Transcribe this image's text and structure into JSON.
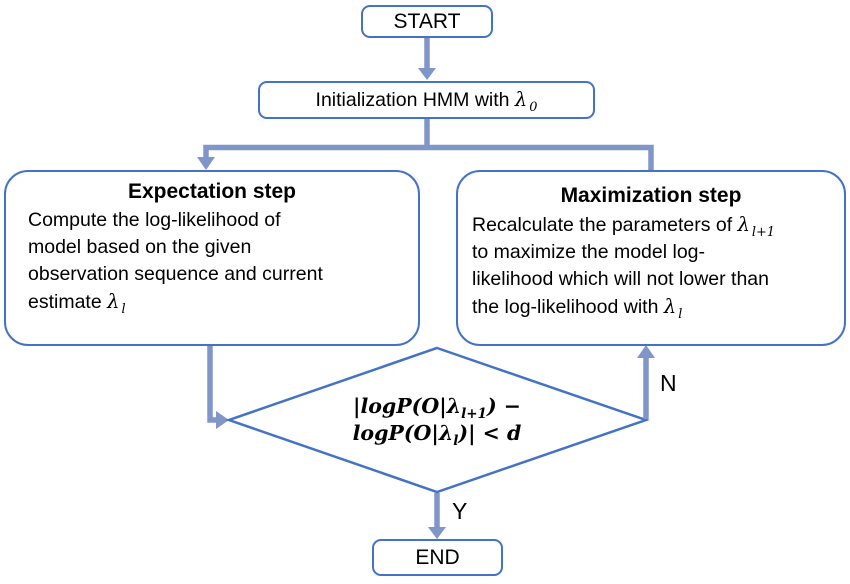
{
  "colors": {
    "box_border": "#4472c4",
    "arrow": "#8096c8",
    "text": "#000000",
    "box_fill": "#ffffff"
  },
  "start": {
    "label": "START"
  },
  "init": {
    "text": "Initialization HMM with ",
    "lambda": "λ",
    "lambda_sub": "0"
  },
  "expectation": {
    "title": "Expectation step",
    "lines": [
      "Compute the log-likelihood of",
      "model based on the given",
      "observation sequence and current",
      "estimate "
    ],
    "lambda": "λ",
    "lambda_sub": "l"
  },
  "maximization": {
    "title": "Maximization step",
    "line1": "Recalculate the parameters of ",
    "lambda1": "λ",
    "lambda1_sub": "l+1",
    "line2": "to maximize the model log-",
    "line3": "likelihood which will not lower than",
    "line4": "the log-likelihood with ",
    "lambda2": "λ",
    "lambda2_sub": "l"
  },
  "decision": {
    "line1_pre": "|logP(O|λ",
    "line1_sub": "l+1",
    "line1_post": ") −",
    "line2_pre": "logP(O|λ",
    "line2_sub": "l",
    "line2_post": ")| < d"
  },
  "labels": {
    "no": "N",
    "yes": "Y"
  },
  "end": {
    "label": "END"
  }
}
